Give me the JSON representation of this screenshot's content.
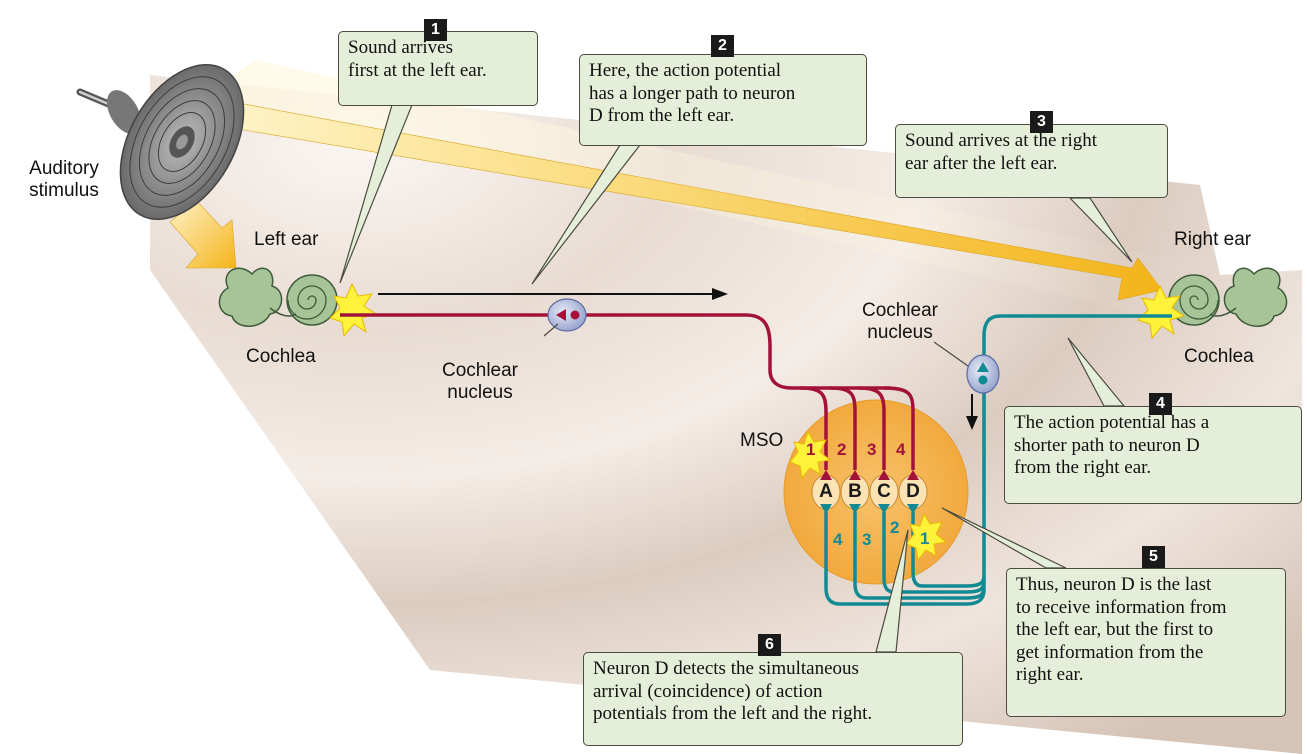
{
  "callouts": [
    {
      "number": "1",
      "lines": [
        "Sound arrives",
        "first at the left ear."
      ]
    },
    {
      "number": "2",
      "lines": [
        "Here, the action potential",
        "has a longer path to neuron",
        "D from the left ear."
      ]
    },
    {
      "number": "3",
      "lines": [
        "Sound arrives at the right",
        "ear after the left ear."
      ]
    },
    {
      "number": "4",
      "lines": [
        "The action potential has a",
        "shorter path to neuron D",
        "from the right ear."
      ]
    },
    {
      "number": "5",
      "lines": [
        "Thus, neuron D is the last",
        "to receive information from",
        "the left ear, but the first to",
        "get information from the",
        "right ear."
      ]
    },
    {
      "number": "6",
      "lines": [
        "Neuron D detects the simultaneous",
        "arrival (coincidence) of action",
        "potentials from the left and the right."
      ]
    }
  ],
  "labels": {
    "stimulus": [
      "Auditory",
      "stimulus"
    ],
    "left_ear": "Left ear",
    "right_ear": "Right ear",
    "cochlea_left": "Cochlea",
    "cochlea_right": "Cochlea",
    "cochlear_nucleus_left": [
      "Cochlear",
      "nucleus"
    ],
    "cochlear_nucleus_right": [
      "Cochlear",
      "nucleus"
    ],
    "mso": "MSO"
  },
  "neurons": [
    "A",
    "B",
    "C",
    "D"
  ],
  "left_synapse_order": [
    "1",
    "2",
    "3",
    "4"
  ],
  "right_synapse_order": [
    "4",
    "3",
    "2",
    "1"
  ],
  "colors": {
    "left_pathway": "#a3123a",
    "right_pathway": "#118a94",
    "mso_fill": "#f5b24a",
    "callout_fill": "#e4eed8",
    "sound_arrow": "#f7c842",
    "ear": "#9fbf8f"
  }
}
